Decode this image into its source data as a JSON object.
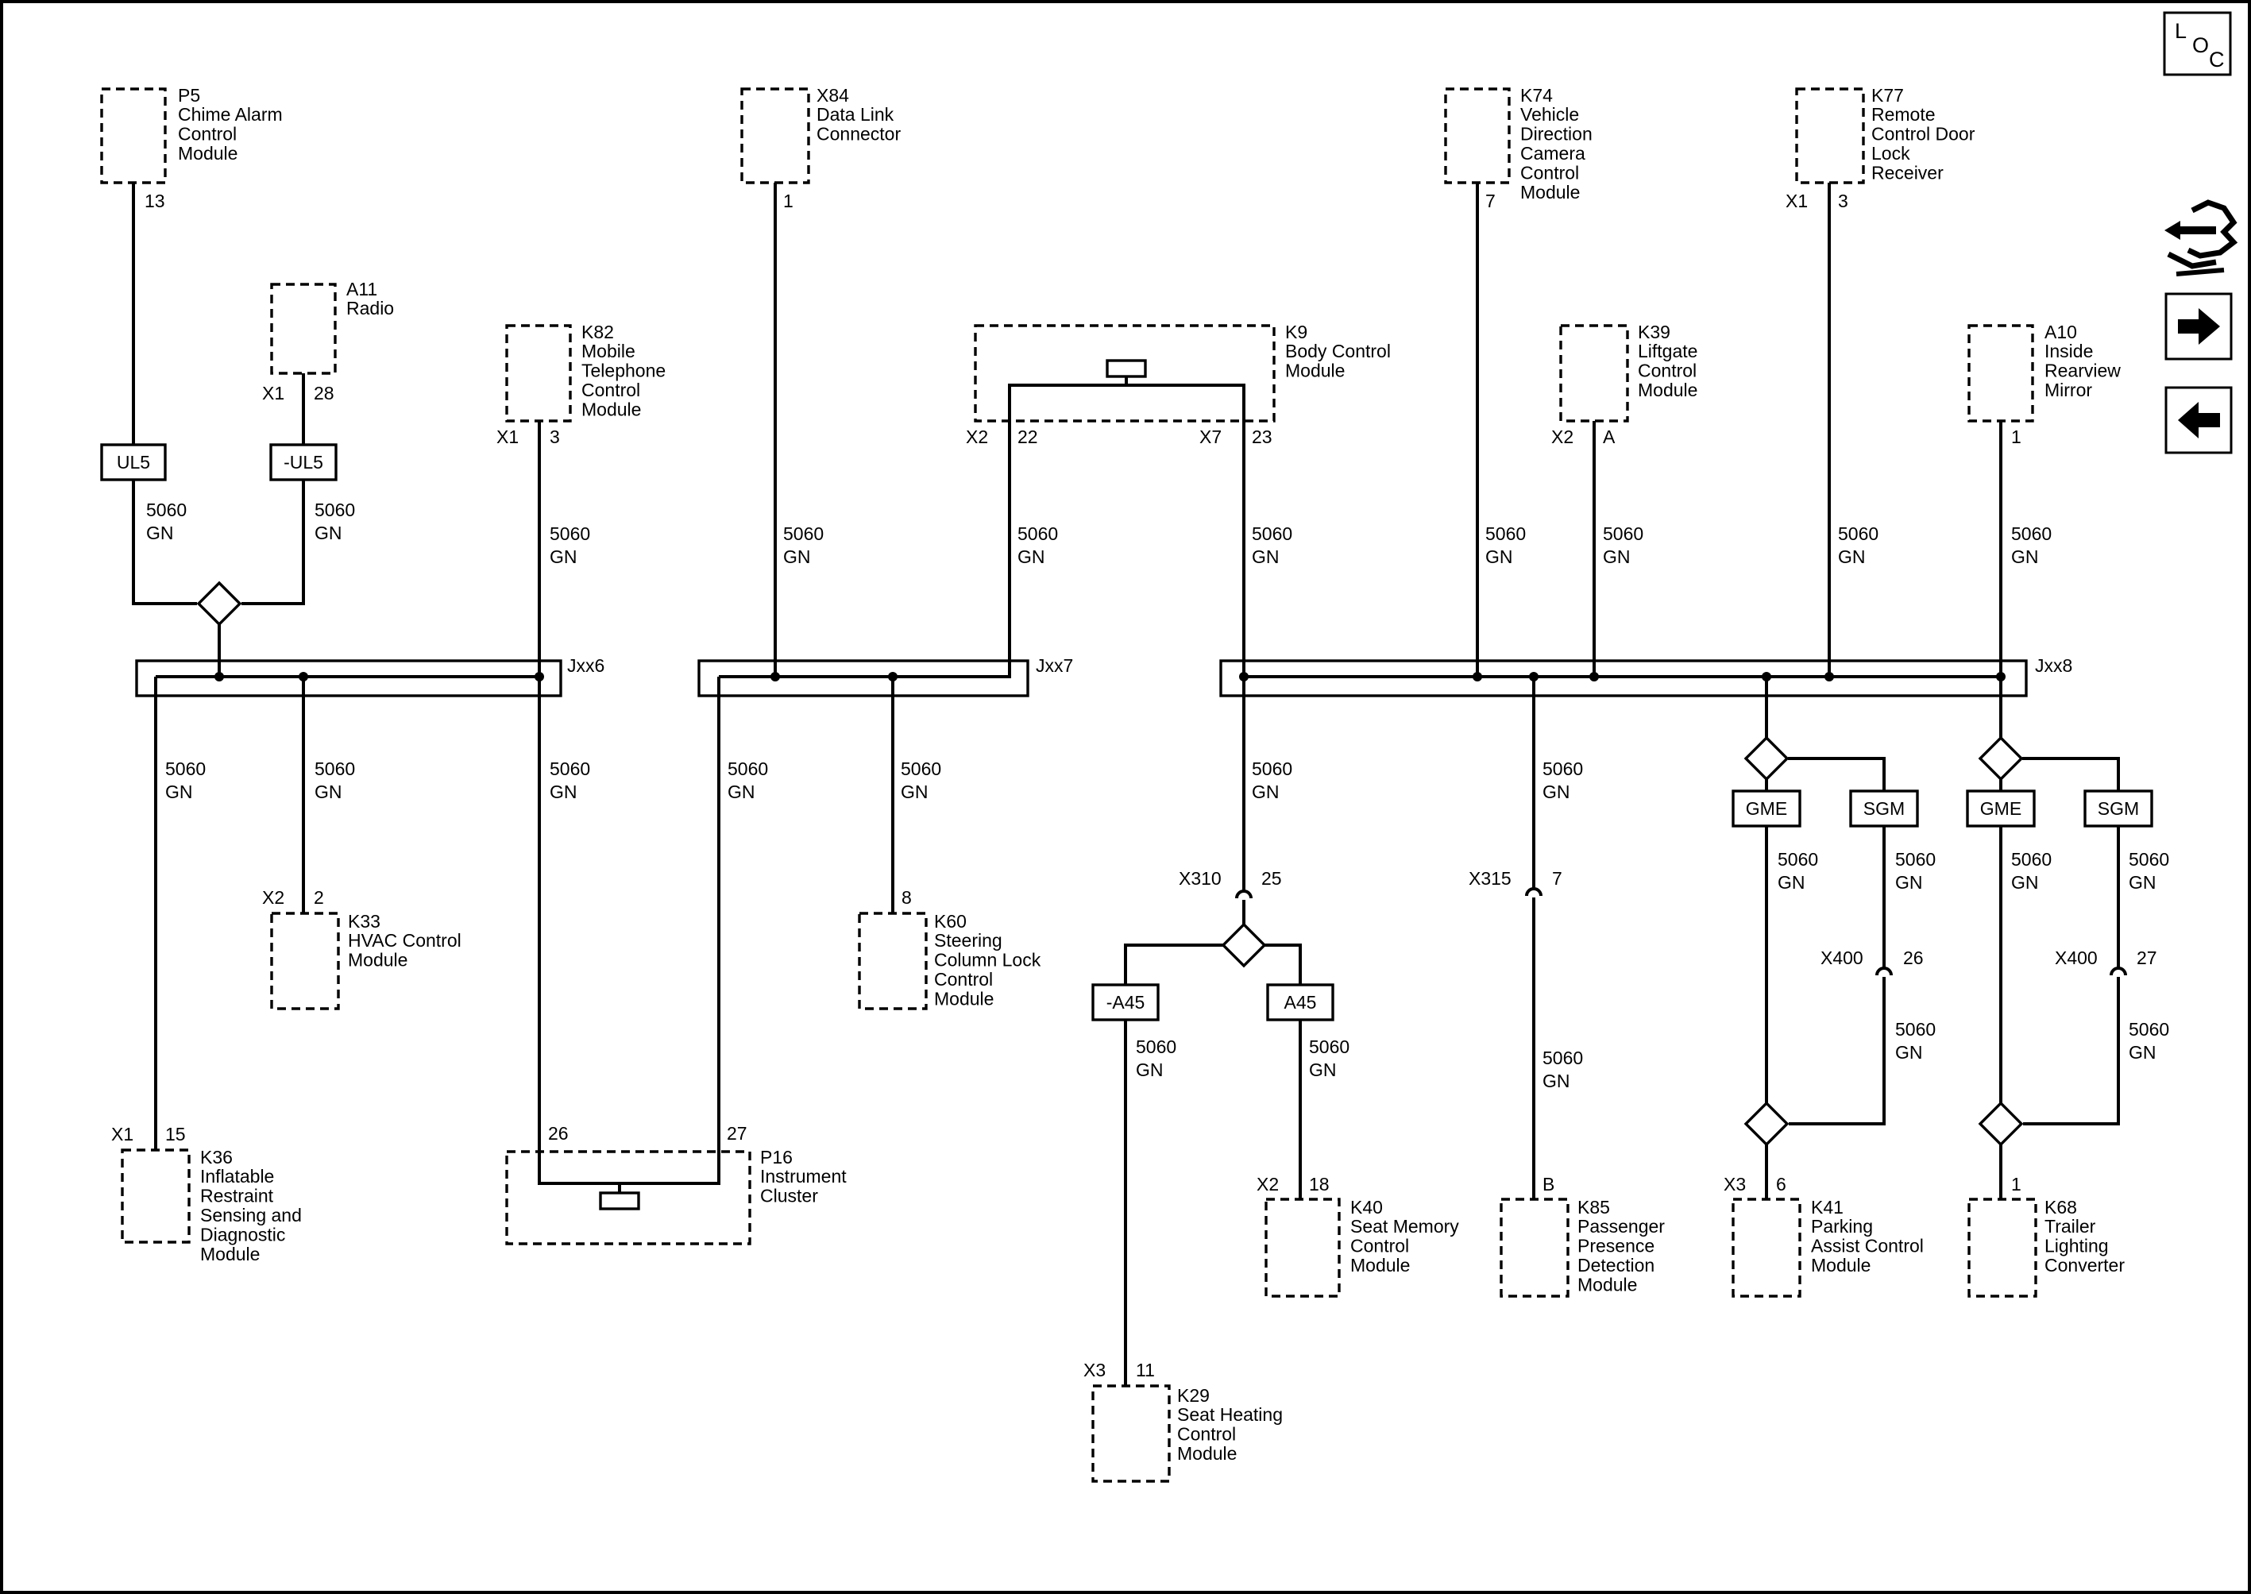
{
  "loc_label": {
    "l": "L",
    "o": "O",
    "c": "C"
  },
  "wire": {
    "circuit": "5060",
    "color": "GN"
  },
  "modules": [
    {
      "id": "P5",
      "lines": [
        "Chime Alarm",
        "Control",
        "Module"
      ]
    },
    {
      "id": "A11",
      "lines": [
        "Radio"
      ]
    },
    {
      "id": "K82",
      "lines": [
        "Mobile",
        "Telephone",
        "Control",
        "Module"
      ]
    },
    {
      "id": "X84",
      "lines": [
        "Data Link",
        "Connector"
      ]
    },
    {
      "id": "K9",
      "lines": [
        "Body Control",
        "Module"
      ]
    },
    {
      "id": "K74",
      "lines": [
        "Vehicle",
        "Direction",
        "Camera",
        "Control",
        "Module"
      ]
    },
    {
      "id": "K39",
      "lines": [
        "Liftgate",
        "Control",
        "Module"
      ]
    },
    {
      "id": "K77",
      "lines": [
        "Remote",
        "Control Door",
        "Lock",
        "Receiver"
      ]
    },
    {
      "id": "A10",
      "lines": [
        "Inside",
        "Rearview",
        "Mirror"
      ]
    },
    {
      "id": "K33",
      "lines": [
        "HVAC Control",
        "Module"
      ]
    },
    {
      "id": "K60",
      "lines": [
        "Steering",
        "Column Lock",
        "Control",
        "Module"
      ]
    },
    {
      "id": "K36",
      "lines": [
        "Inflatable",
        "Restraint",
        "Sensing and",
        "Diagnostic",
        "Module"
      ]
    },
    {
      "id": "P16",
      "lines": [
        "Instrument",
        "Cluster"
      ]
    },
    {
      "id": "K40",
      "lines": [
        "Seat Memory",
        "Control",
        "Module"
      ]
    },
    {
      "id": "K85",
      "lines": [
        "Passenger",
        "Presence",
        "Detection",
        "Module"
      ]
    },
    {
      "id": "K41",
      "lines": [
        "Parking",
        "Assist Control",
        "Module"
      ]
    },
    {
      "id": "K68",
      "lines": [
        "Trailer",
        "Lighting",
        "Converter"
      ]
    },
    {
      "id": "K29",
      "lines": [
        "Seat Heating",
        "Control",
        "Module"
      ]
    }
  ],
  "pins": {
    "p5_pin": "13",
    "a11_conn": "X1",
    "a11_pin": "28",
    "k82_conn": "X1",
    "k82_pin": "3",
    "x84_pin": "1",
    "k9_conn_a": "X2",
    "k9_pin_a": "22",
    "k9_conn_b": "X7",
    "k9_pin_b": "23",
    "k74_pin": "7",
    "k39_conn": "X2",
    "k39_pin": "A",
    "k77_conn": "X1",
    "k77_pin": "3",
    "a10_pin": "1",
    "k33_conn": "X2",
    "k33_pin": "2",
    "k60_pin": "8",
    "k36_conn": "X1",
    "k36_pin": "15",
    "p16_pin_a": "26",
    "p16_pin_b": "27",
    "k40_conn": "X2",
    "k40_pin": "18",
    "k85_pin": "B",
    "k41_conn": "X3",
    "k41_pin": "6",
    "k68_pin": "1",
    "k29_conn": "X3",
    "k29_pin": "11"
  },
  "options": {
    "ul5": "UL5",
    "not_ul5": "-UL5",
    "a45": "A45",
    "not_a45": "-A45",
    "gme": "GME",
    "sgm": "SGM"
  },
  "splices": {
    "jxx6": "Jxx6",
    "jxx7": "Jxx7",
    "jxx8": "Jxx8"
  },
  "inline": {
    "x310": "X310",
    "x310_pin": "25",
    "x315": "X315",
    "x315_pin": "7",
    "x400": "X400",
    "x400_pin_a": "26",
    "x400_pin_b": "27"
  }
}
